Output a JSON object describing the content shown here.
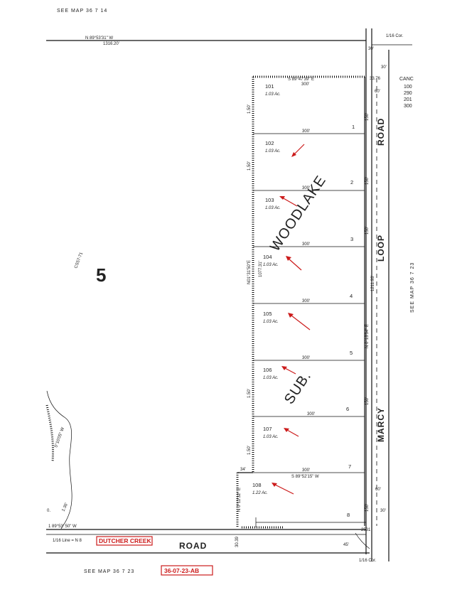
{
  "header": {
    "top_ref": "SEE MAP 36 7 14",
    "bottom_ref": "SEE MAP 36 7 23",
    "side_ref": "SEE MAP 36 7 23"
  },
  "corner": {
    "sixteenth_top": "1/16 Cor.",
    "sixteenth_bottom": "1/16 Cor.",
    "cancel_label": "CANC",
    "cancel_values": [
      "100",
      "290",
      "201",
      "300"
    ]
  },
  "survey": {
    "cs_ref": "CS57-71",
    "north_bearing": "N 89°53'31\" W",
    "north_dist": "1316.20'"
  },
  "section": {
    "number": "5"
  },
  "lots": [
    {
      "id": "101",
      "acres": "1.03 Ac.",
      "num": "1"
    },
    {
      "id": "102",
      "acres": "1.03 Ac.",
      "num": "2"
    },
    {
      "id": "103",
      "acres": "1.03 Ac.",
      "num": "3"
    },
    {
      "id": "104",
      "acres": "1.03 Ac.",
      "num": "4"
    },
    {
      "id": "105",
      "acres": "1.03 Ac.",
      "num": "5"
    },
    {
      "id": "106",
      "acres": "1.03 Ac.",
      "num": "6"
    },
    {
      "id": "107",
      "acres": "1.03 Ac.",
      "num": "7"
    },
    {
      "id": "108",
      "acres": "1.22 Ac.",
      "num": "8"
    }
  ],
  "dims": {
    "lot_width": "300'",
    "road_w30": "30'",
    "road_w60": "60'",
    "road_w34": "34'"
  },
  "labels": {
    "subdivision_1": "WOODLAKE",
    "subdivision_2": "SUB.",
    "road_east_1": "ROAD",
    "road_east_2": "LOOP",
    "road_east_3": "MARCY",
    "road_south": "ROAD",
    "sixteenth_line": "1/16 Line = N 8",
    "dutcher_creek": "DUTCHER CREEK",
    "map_id": "36-07-23-AB"
  },
  "colors": {
    "annotation_red": "#cc1b1b",
    "line": "#111111"
  }
}
